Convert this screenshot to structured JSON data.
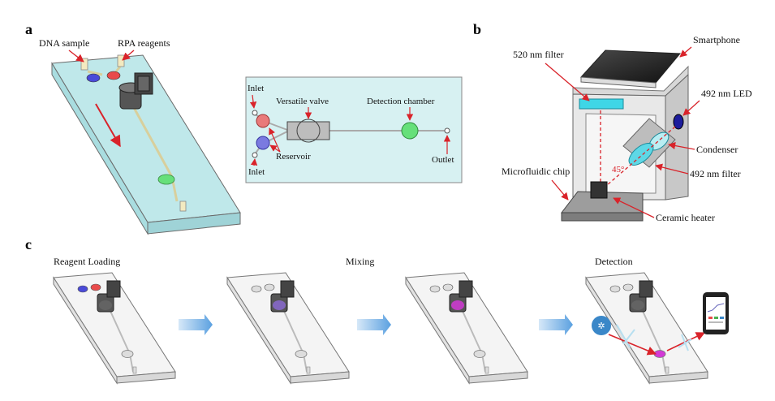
{
  "panels": {
    "a": "a",
    "b": "b",
    "c": "c"
  },
  "panel_a": {
    "labels": {
      "dna_sample": "DNA sample",
      "rpa_reagents": "RPA reagents"
    },
    "schematic": {
      "inlet_top": "Inlet",
      "inlet_bottom": "Inlet",
      "versatile_valve": "Versatile valve",
      "detection_chamber": "Detection chamber",
      "reservoir": "Reservoir",
      "outlet": "Outlet"
    }
  },
  "panel_b": {
    "smartphone": "Smartphone",
    "filter_520": "520 nm filter",
    "led_492": "492 nm LED",
    "condenser": "Condenser",
    "filter_492": "492 nm filter",
    "microfluidic_chip": "Microfluidic chip",
    "ceramic_heater": "Ceramic heater",
    "angle": "45°"
  },
  "panel_c": {
    "steps": [
      "Reagent Loading",
      "Mixing",
      "Detection"
    ]
  },
  "colors": {
    "arrow_red": "#d9232a",
    "chip_blue": "#bfe8ea",
    "reservoir_red": "#e94b4b",
    "reservoir_blue": "#4a4ad8",
    "detection_green": "#66e07a",
    "filter_cyan": "#3fd6e6",
    "mixed_magenta": "#d23ad6",
    "process_arrow": "#6aa9e0"
  }
}
